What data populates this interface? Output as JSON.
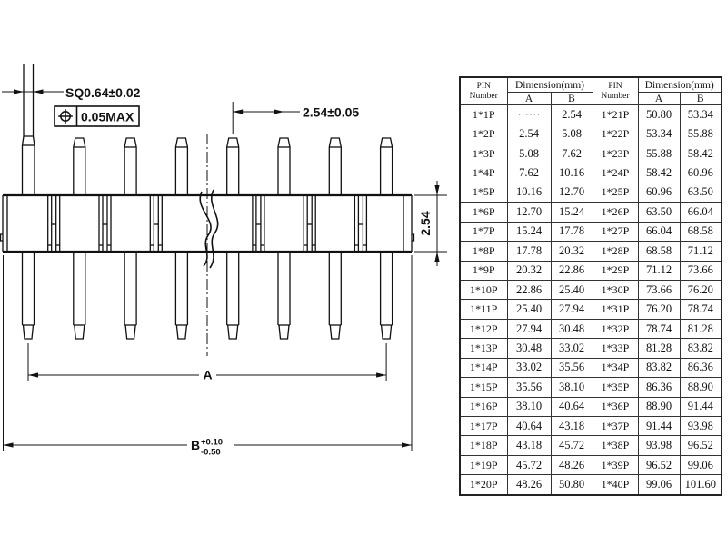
{
  "drawing": {
    "labels": {
      "pin_size": "SQ0.64±0.02",
      "true_position": "0.05MAX",
      "pitch": "2.54±0.05",
      "body_height": "2.54",
      "dim_a": "A",
      "dim_b": "B",
      "dim_b_tol_plus": "+0.10",
      "dim_b_tol_minus": "-0.50"
    },
    "colors": {
      "line": "#111111",
      "background": "#ffffff"
    }
  },
  "table": {
    "header": {
      "pin_top": "PIN",
      "pin_bottom": "Number",
      "dim": "Dimension(mm)",
      "sub_a": "A",
      "sub_b": "B"
    },
    "rows": [
      [
        "1*1P",
        "······",
        "2.54",
        "1*21P",
        "50.80",
        "53.34"
      ],
      [
        "1*2P",
        "2.54",
        "5.08",
        "1*22P",
        "53.34",
        "55.88"
      ],
      [
        "1*3P",
        "5.08",
        "7.62",
        "1*23P",
        "55.88",
        "58.42"
      ],
      [
        "1*4P",
        "7.62",
        "10.16",
        "1*24P",
        "58.42",
        "60.96"
      ],
      [
        "1*5P",
        "10.16",
        "12.70",
        "1*25P",
        "60.96",
        "63.50"
      ],
      [
        "1*6P",
        "12.70",
        "15.24",
        "1*26P",
        "63.50",
        "66.04"
      ],
      [
        "1*7P",
        "15.24",
        "17.78",
        "1*27P",
        "66.04",
        "68.58"
      ],
      [
        "1*8P",
        "17.78",
        "20.32",
        "1*28P",
        "68.58",
        "71.12"
      ],
      [
        "1*9P",
        "20.32",
        "22.86",
        "1*29P",
        "71.12",
        "73.66"
      ],
      [
        "1*10P",
        "22.86",
        "25.40",
        "1*30P",
        "73.66",
        "76.20"
      ],
      [
        "1*11P",
        "25.40",
        "27.94",
        "1*31P",
        "76.20",
        "78.74"
      ],
      [
        "1*12P",
        "27.94",
        "30.48",
        "1*32P",
        "78.74",
        "81.28"
      ],
      [
        "1*13P",
        "30.48",
        "33.02",
        "1*33P",
        "81.28",
        "83.82"
      ],
      [
        "1*14P",
        "33.02",
        "35.56",
        "1*34P",
        "83.82",
        "86.36"
      ],
      [
        "1*15P",
        "35.56",
        "38.10",
        "1*35P",
        "86.36",
        "88.90"
      ],
      [
        "1*16P",
        "38.10",
        "40.64",
        "1*36P",
        "88.90",
        "91.44"
      ],
      [
        "1*17P",
        "40.64",
        "43.18",
        "1*37P",
        "91.44",
        "93.98"
      ],
      [
        "1*18P",
        "43.18",
        "45.72",
        "1*38P",
        "93.98",
        "96.52"
      ],
      [
        "1*19P",
        "45.72",
        "48.26",
        "1*39P",
        "96.52",
        "99.06"
      ],
      [
        "1*20P",
        "48.26",
        "50.80",
        "1*40P",
        "99.06",
        "101.60"
      ]
    ]
  }
}
